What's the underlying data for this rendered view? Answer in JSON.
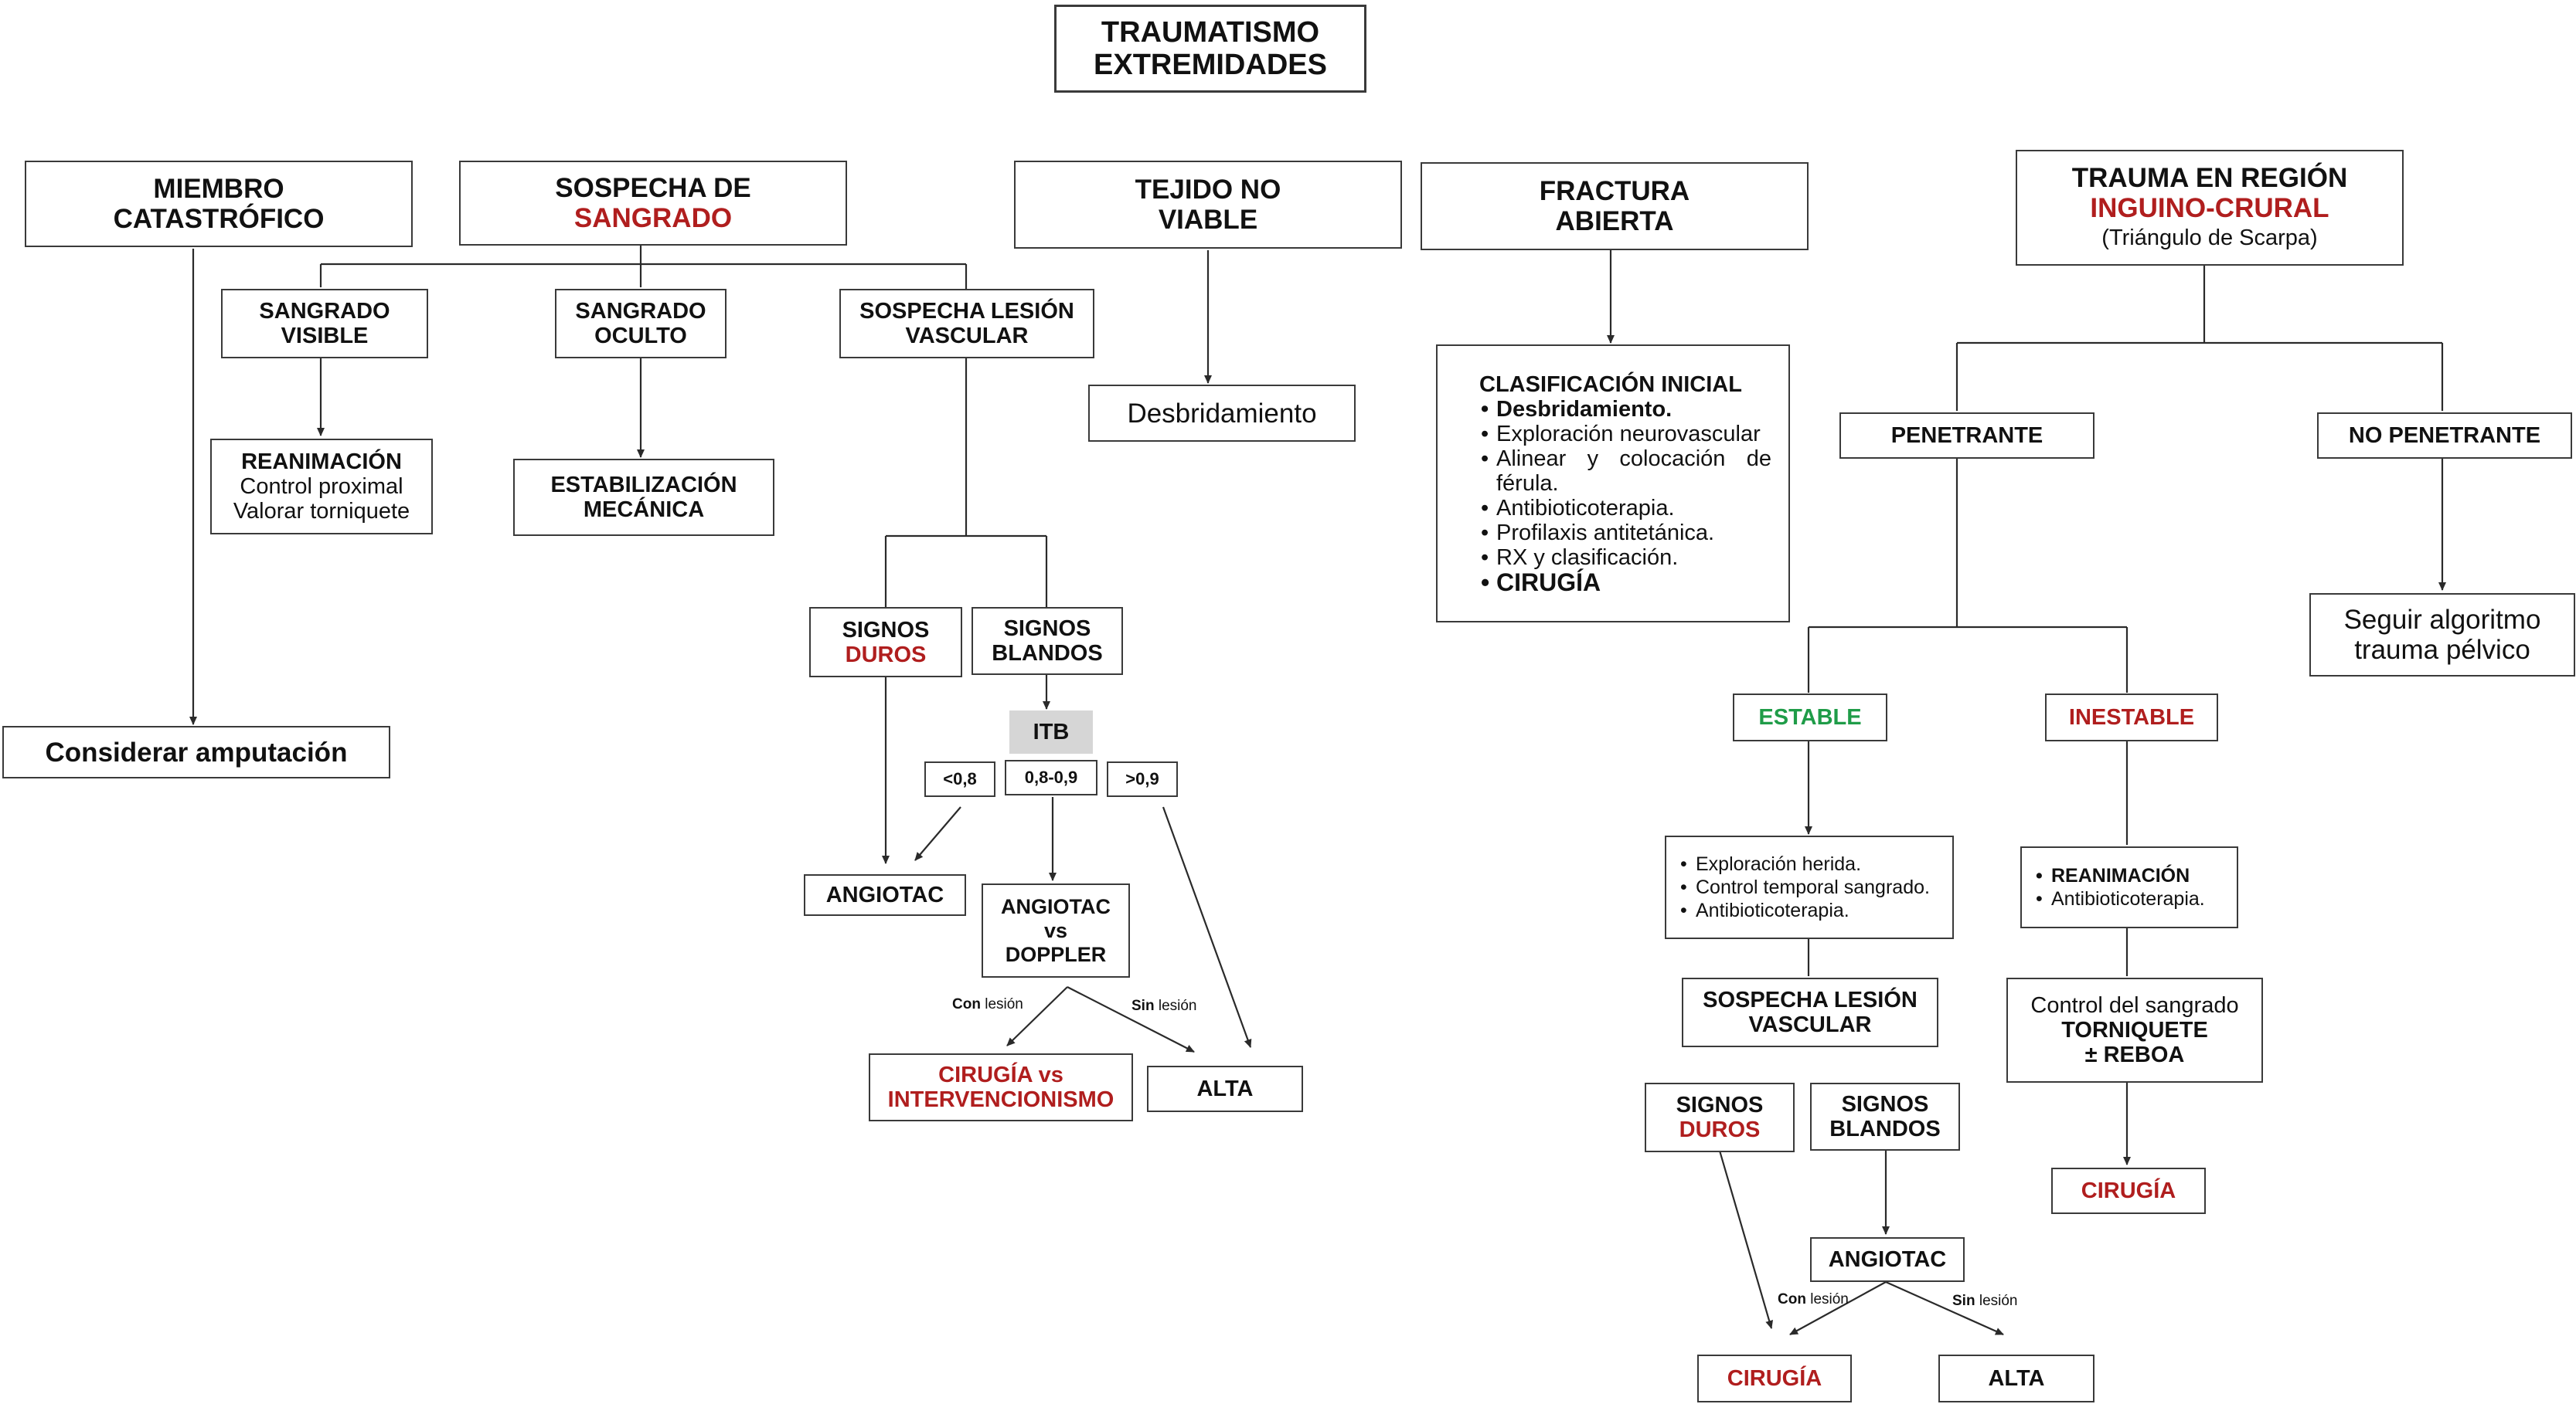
{
  "title": [
    "TRAUMATISMO",
    "EXTREMIDADES"
  ],
  "miembro": [
    "MIEMBRO",
    "CATASTRÓFICO"
  ],
  "amputacion": "Considerar amputación",
  "sangrado": {
    "header": [
      "SOSPECHA DE",
      "SANGRADO"
    ],
    "visible": [
      "SANGRADO",
      "VISIBLE"
    ],
    "oculto": [
      "SANGRADO",
      "OCULTO"
    ],
    "vascular": [
      "SOSPECHA LESIÓN",
      "VASCULAR"
    ],
    "reanimacion": [
      "REANIMACIÓN",
      "Control proximal",
      "Valorar torniquete"
    ],
    "estabilizacion": [
      "ESTABILIZACIÓN",
      "MECÁNICA"
    ],
    "duros": [
      "SIGNOS",
      "DUROS"
    ],
    "blandos": [
      "SIGNOS",
      "BLANDOS"
    ],
    "itb": "ITB",
    "itb_low": "<0,8",
    "itb_mid": "0,8-0,9",
    "itb_high": ">0,9",
    "angiotac": "ANGIOTAC",
    "angio_doppler": [
      "ANGIOTAC",
      "vs",
      "DOPPLER"
    ],
    "con_lesion": [
      "Con",
      "lesión"
    ],
    "sin_lesion": [
      "Sin",
      "lesión"
    ],
    "cirugia_vs": [
      "CIRUGÍA vs",
      "INTERVENCIONISMO"
    ],
    "alta": "ALTA"
  },
  "tejido": {
    "header": [
      "TEJIDO NO",
      "VIABLE"
    ],
    "desbridamiento": "Desbridamiento"
  },
  "fractura": {
    "header": [
      "FRACTURA",
      "ABIERTA"
    ],
    "clasif_title": "CLASIFICACIÓN INICIAL",
    "items": [
      "Desbridamiento.",
      "Exploración neurovascular",
      "Alinear y colocación de férula.",
      "Antibioticoterapia.",
      "Profilaxis antitetánica.",
      "RX y clasificación.",
      "CIRUGÍA"
    ]
  },
  "inguino": {
    "header": [
      "TRAUMA EN REGIÓN",
      "INGUINO-CRURAL",
      "(Triángulo de Scarpa)"
    ],
    "penetrante": "PENETRANTE",
    "no_penetrante": "NO PENETRANTE",
    "pelvico": [
      "Seguir algoritmo",
      "trauma pélvico"
    ],
    "estable": "ESTABLE",
    "inestable": "INESTABLE",
    "estable_items": [
      "Exploración herida.",
      "Control temporal sangrado.",
      "Antibioticoterapia."
    ],
    "inestable_items": [
      "REANIMACIÓN",
      "Antibioticoterapia."
    ],
    "control": [
      "Control del sangrado",
      "TORNIQUETE",
      "± REBOA"
    ],
    "cirugia": "CIRUGÍA",
    "sospecha": [
      "SOSPECHA LESIÓN",
      "VASCULAR"
    ],
    "duros": [
      "SIGNOS",
      "DUROS"
    ],
    "blandos": [
      "SIGNOS",
      "BLANDOS"
    ],
    "angiotac": "ANGIOTAC",
    "con_lesion": [
      "Con",
      "lesión"
    ],
    "sin_lesion": [
      "Sin",
      "lesión"
    ],
    "cirugia_final": "CIRUGÍA",
    "alta": "ALTA"
  },
  "colors": {
    "red": "#b01e1e",
    "green": "#1f9c48",
    "line": "#2a2a2a",
    "itb_bg": "#d6d6d6"
  }
}
